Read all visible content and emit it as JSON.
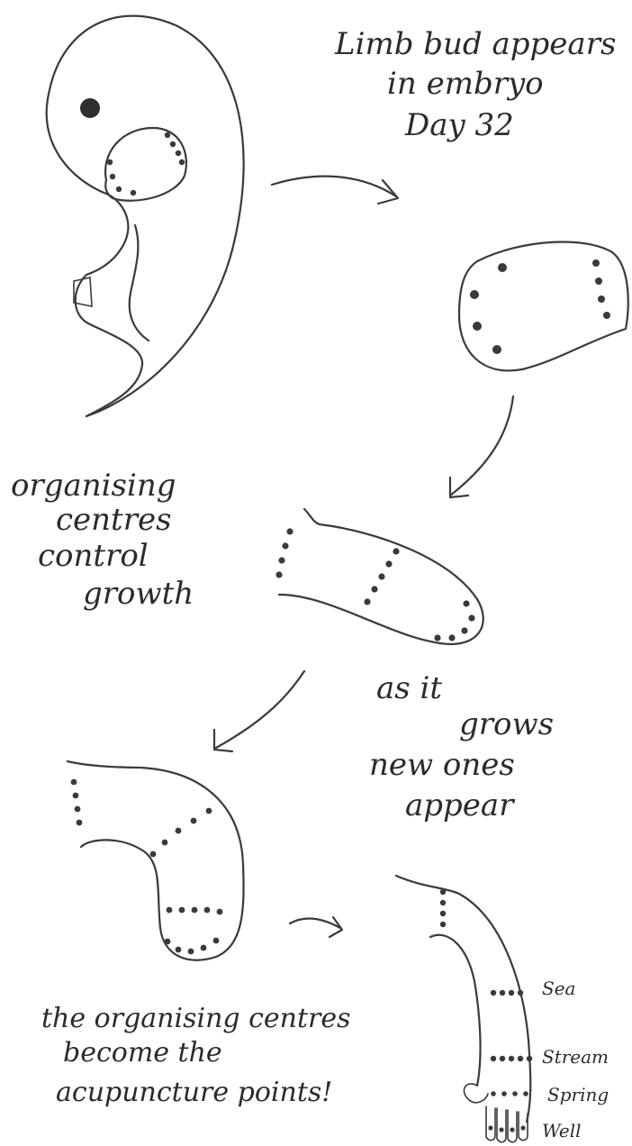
{
  "notes": {
    "limb_bud": [
      "Limb bud appears",
      "in embryo",
      "Day 32"
    ],
    "organising": [
      "organising",
      "centres",
      "control",
      "growth"
    ],
    "as_it_grows": [
      "as it",
      "grows",
      "new ones",
      "appear"
    ],
    "conclusion": [
      "the organising centres",
      "become the",
      "acupuncture points!"
    ]
  },
  "point_labels": {
    "sea": "Sea",
    "stream": "Stream",
    "spring": "Spring",
    "well": "Well"
  }
}
